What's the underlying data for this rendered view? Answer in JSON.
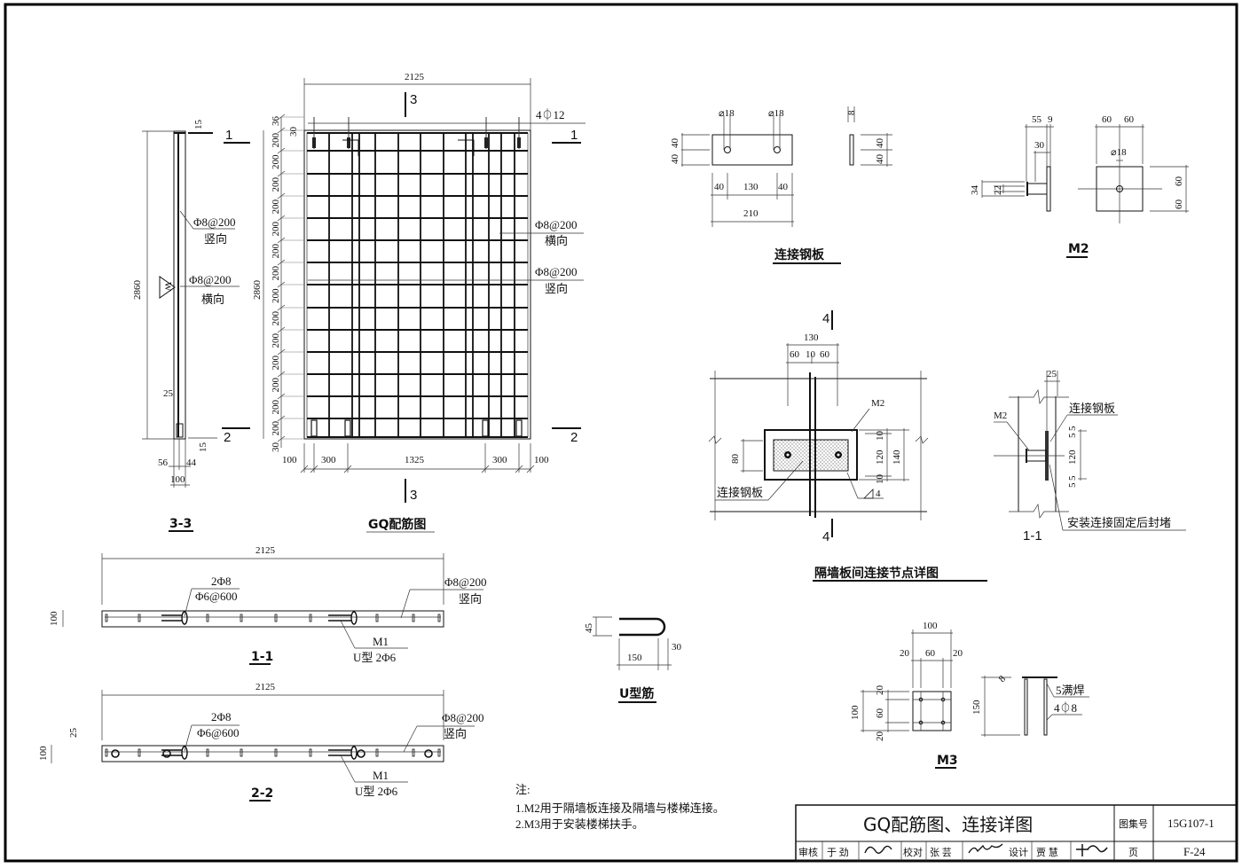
{
  "sheet": {
    "title_block": {
      "title": "GQ配筋图、连接详图",
      "atlas_label": "图集号",
      "atlas_no": "15G107-1",
      "page_label": "页",
      "page_no": "F-24",
      "review_label": "审核",
      "review_name": "于 劲",
      "check_label": "校对",
      "check_name": "张 芸",
      "design_label": "设计",
      "design_name": "贾 慧"
    },
    "notes": {
      "heading": "注:",
      "items": [
        "1.M2用于隔墙板连接及隔墙与楼梯连接。",
        "2.M3用于安装楼梯扶手。"
      ]
    }
  },
  "gq_plan": {
    "title": "GQ配筋图",
    "width_dim": "2125",
    "height_dim": "2860",
    "top_bar_label": "4⏀12",
    "top_offset_36": "36",
    "top_offset_30": "30",
    "bottom_offset_30": "30",
    "spacing_dims": [
      "200",
      "200",
      "200",
      "200",
      "200",
      "200",
      "200",
      "200",
      "200",
      "200",
      "200",
      "200",
      "200",
      "200"
    ],
    "bottom_dims": [
      "100",
      "300",
      "1325",
      "300",
      "100"
    ],
    "label_h_bar": "Φ8@200",
    "label_h_bar_dir": "横向",
    "label_v_bar": "Φ8@200",
    "label_v_bar_dir": "竖向",
    "section_3": "3",
    "section_1": "1",
    "section_2": "2"
  },
  "section_33": {
    "title": "3-3",
    "height_dim": "2860",
    "top_15": "15",
    "bottom_15": "15",
    "cover_25": "25",
    "dim_56": "56",
    "dim_44": "44",
    "dim_100": "100",
    "label_v": "Φ8@200",
    "label_v_dir": "竖向",
    "label_h": "Φ8@200",
    "label_h_dir": "横向",
    "wall_mark": "W"
  },
  "section_11": {
    "title": "1-1",
    "width_dim": "2125",
    "thickness_dim": "100",
    "label_a1": "2Φ8",
    "label_a2": "Φ6@600",
    "label_b1": "Φ8@200",
    "label_b2": "竖向",
    "label_c1": "M1",
    "label_c2": "U型 2Φ6"
  },
  "section_22": {
    "title": "2-2",
    "width_dim": "2125",
    "thickness_dim": "100",
    "cover_dim": "25",
    "label_a1": "2Φ8",
    "label_a2": "Φ6@600",
    "label_b1": "Φ8@200",
    "label_b2": "竖向",
    "label_c1": "M1",
    "label_c2": "U型 2Φ6"
  },
  "u_bar": {
    "title": "U型筋",
    "dim_45": "45",
    "dim_150": "150",
    "dim_30": "30"
  },
  "plate": {
    "title": "连接钢板",
    "hole1": "⌀18",
    "hole2": "⌀18",
    "dim_40a": "40",
    "dim_40b": "40",
    "dim_130": "130",
    "dim_40c": "40",
    "dim_210": "210",
    "thick_8": "8",
    "side_40a": "40",
    "side_40b": "40"
  },
  "m2": {
    "title": "M2",
    "dim_55": "55",
    "dim_9": "9",
    "dim_30": "30",
    "dim_34": "34",
    "dim_22": "22",
    "dim_60a": "60",
    "dim_60b": "60",
    "hole": "⌀18",
    "dim_60c": "60",
    "dim_60d": "60"
  },
  "joint": {
    "title": "隔墙板间连接节点详图",
    "section_4": "4",
    "dim_130": "130",
    "dim_60a": "60",
    "dim_10": "10",
    "dim_60b": "60",
    "label_m2": "M2",
    "label_plate": "连接钢板",
    "dim_80": "80",
    "dim_10a": "10",
    "dim_120": "120",
    "dim_10b": "10",
    "dim_140": "140",
    "weld": "4"
  },
  "section_11_detail": {
    "title": "1-1",
    "dim_25": "25",
    "label_m2": "M2",
    "label_plate": "连接钢板",
    "dim_5a": "5",
    "dim_5b": "5",
    "dim_120": "120",
    "dim_5c": "5",
    "dim_5d": "5",
    "label_seal": "安装连接固定后封堵"
  },
  "m3": {
    "title": "M3",
    "dim_100": "100",
    "dim_20a": "20",
    "dim_60": "60",
    "dim_20b": "20",
    "side_100": "100",
    "side_20a": "20",
    "side_60": "60",
    "side_20b": "20",
    "dim_150": "150",
    "dim_8": "8",
    "weld": "5满焊",
    "bars": "4⏀8"
  }
}
